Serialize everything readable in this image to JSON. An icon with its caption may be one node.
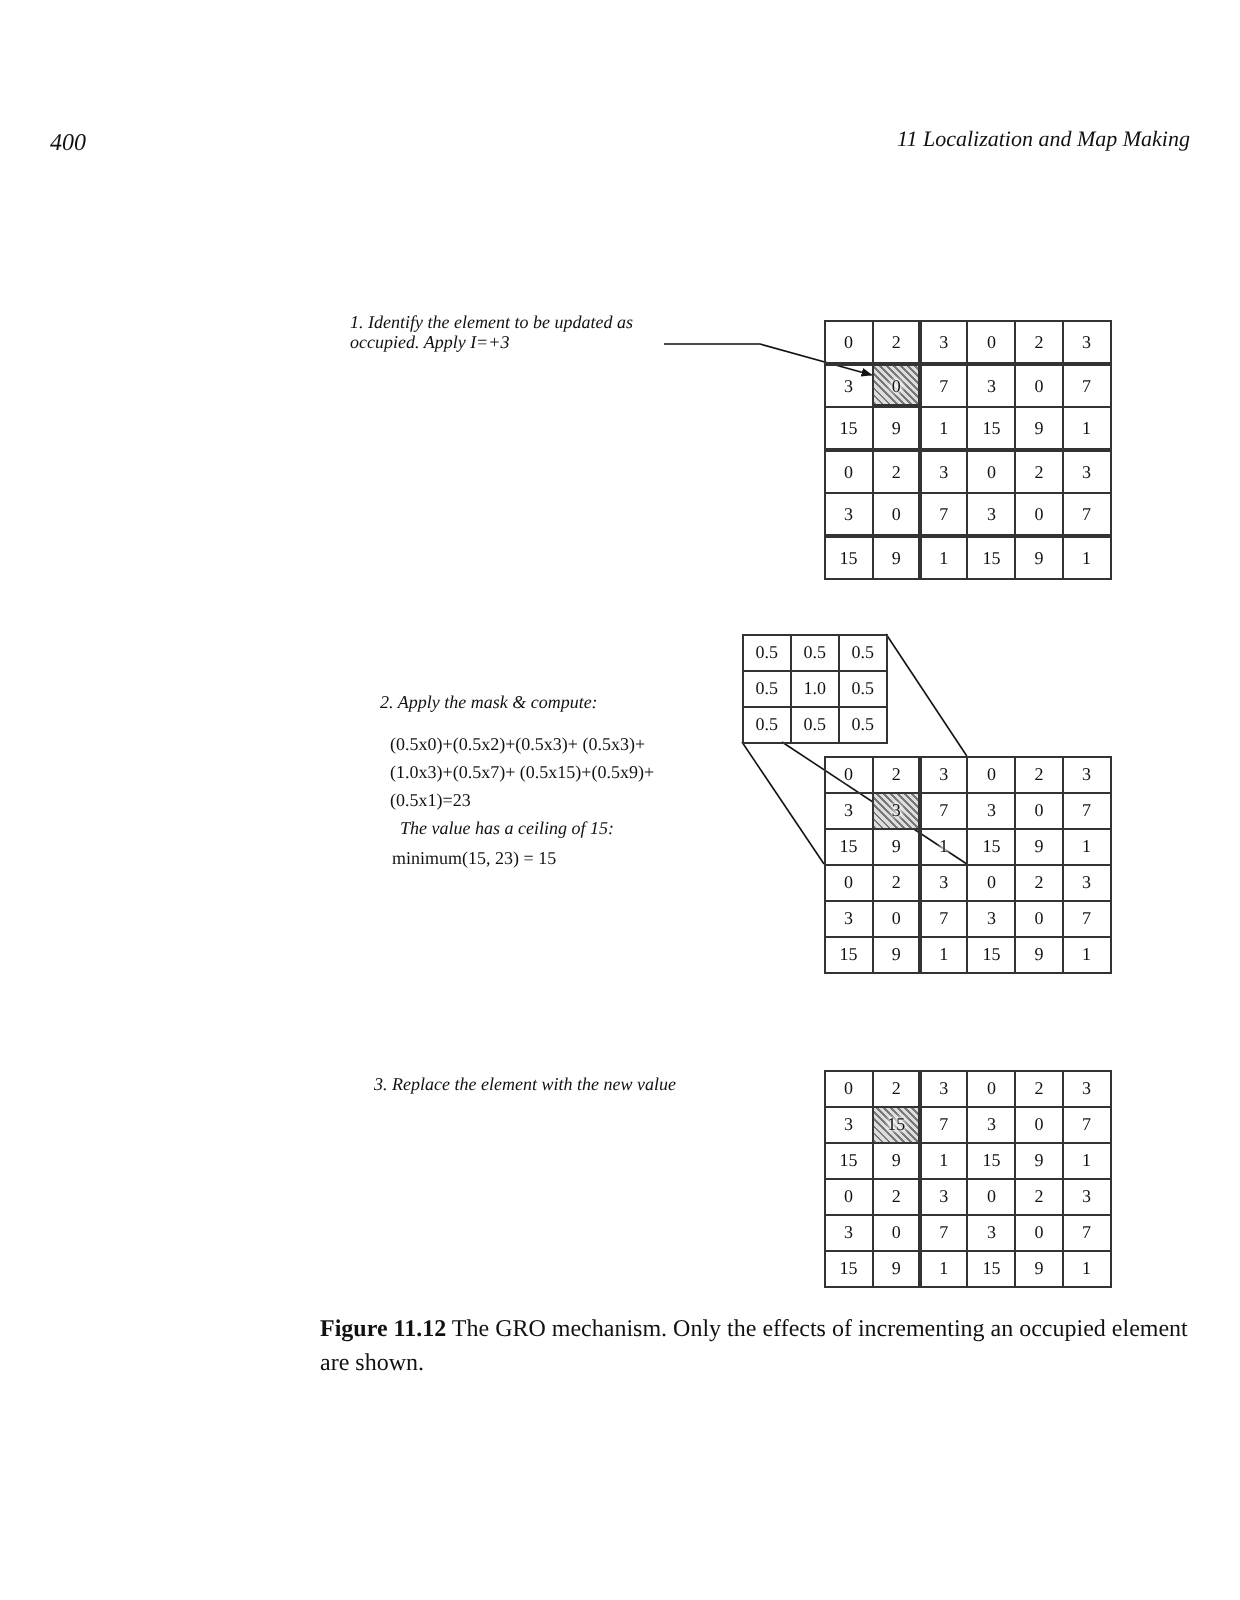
{
  "diagram": {
    "caption": "**Figure 11.12** The GRO mechanism. Only the effects of incrementing an occupied element are shown.",
    "nodes": [
      {
        "text": [
          "1. Identify the element to be updated as occupied. Apply I=+3"
        ]
      },
      {
        "text": [],
        "shape": "grid"
      },
      {
        "text": [],
        "shape": "box",
        "in": 1
      },
      {
        "text": [],
        "shape": "grid"
      },
      {
        "text": [],
        "shape": "grid"
      }
    ],
    "edges": [
      {
        "from": 0,
        "to": 2,
        "arrow": "to"
      },
      {
        "from": 3,
        "to": 4,
        "arrow": "none"
      },
      {
        "from": 3,
        "to": 4,
        "arrow": "none"
      },
      {
        "from": 3,
        "to": 4,
        "arrow": "none"
      }
    ],
    "labels": [
      "400",
      "11 Localization and Map Making",
      "0",
      "2",
      "3",
      "0",
      "2",
      "3",
      "3",
      "0",
      "7",
      "3",
      "0",
      "7",
      "15",
      "9",
      "1",
      "15",
      "9",
      "1",
      "0",
      "2",
      "3",
      "0",
      "2",
      "3",
      "3",
      "0",
      "7",
      "3",
      "0",
      "7",
      "15",
      "9",
      "1",
      "15",
      "9",
      "1",
      "2. Apply the mask & compute:",
      "(0.5x0)+(0.5x2)+(0.5x3)+ (0.5x3)+(1.0x3)+(0.5x7)+ (0.5x15)+(0.5x9)+(0.5x1)=23",
      "The value has a ceiling of 15:",
      "minimum(15, 23) = 15",
      "0.5",
      "0.5",
      "0.5",
      "0.5",
      "1.0",
      "0.5",
      "0.5",
      "0.5",
      "0.5",
      "0",
      "2",
      "3",
      "0",
      "2",
      "3",
      "3",
      "3",
      "7",
      "3",
      "0",
      "7",
      "15",
      "9",
      "1",
      "15",
      "9",
      "1",
      "0",
      "2",
      "3",
      "0",
      "2",
      "3",
      "3",
      "0",
      "7",
      "3",
      "0",
      "7",
      "15",
      "9",
      "1",
      "15",
      "9",
      "1",
      "3. Replace the element with the new value",
      "0",
      "2",
      "3",
      "0",
      "2",
      "3",
      "3",
      "15",
      "7",
      "3",
      "0",
      "7",
      "15",
      "9",
      "1",
      "15",
      "9",
      "1",
      "0",
      "2",
      "3",
      "0",
      "2",
      "3",
      "3",
      "0",
      "7",
      "3",
      "0",
      "7",
      "15",
      "9",
      "1",
      "15",
      "9",
      "1"
    ]
  }
}
